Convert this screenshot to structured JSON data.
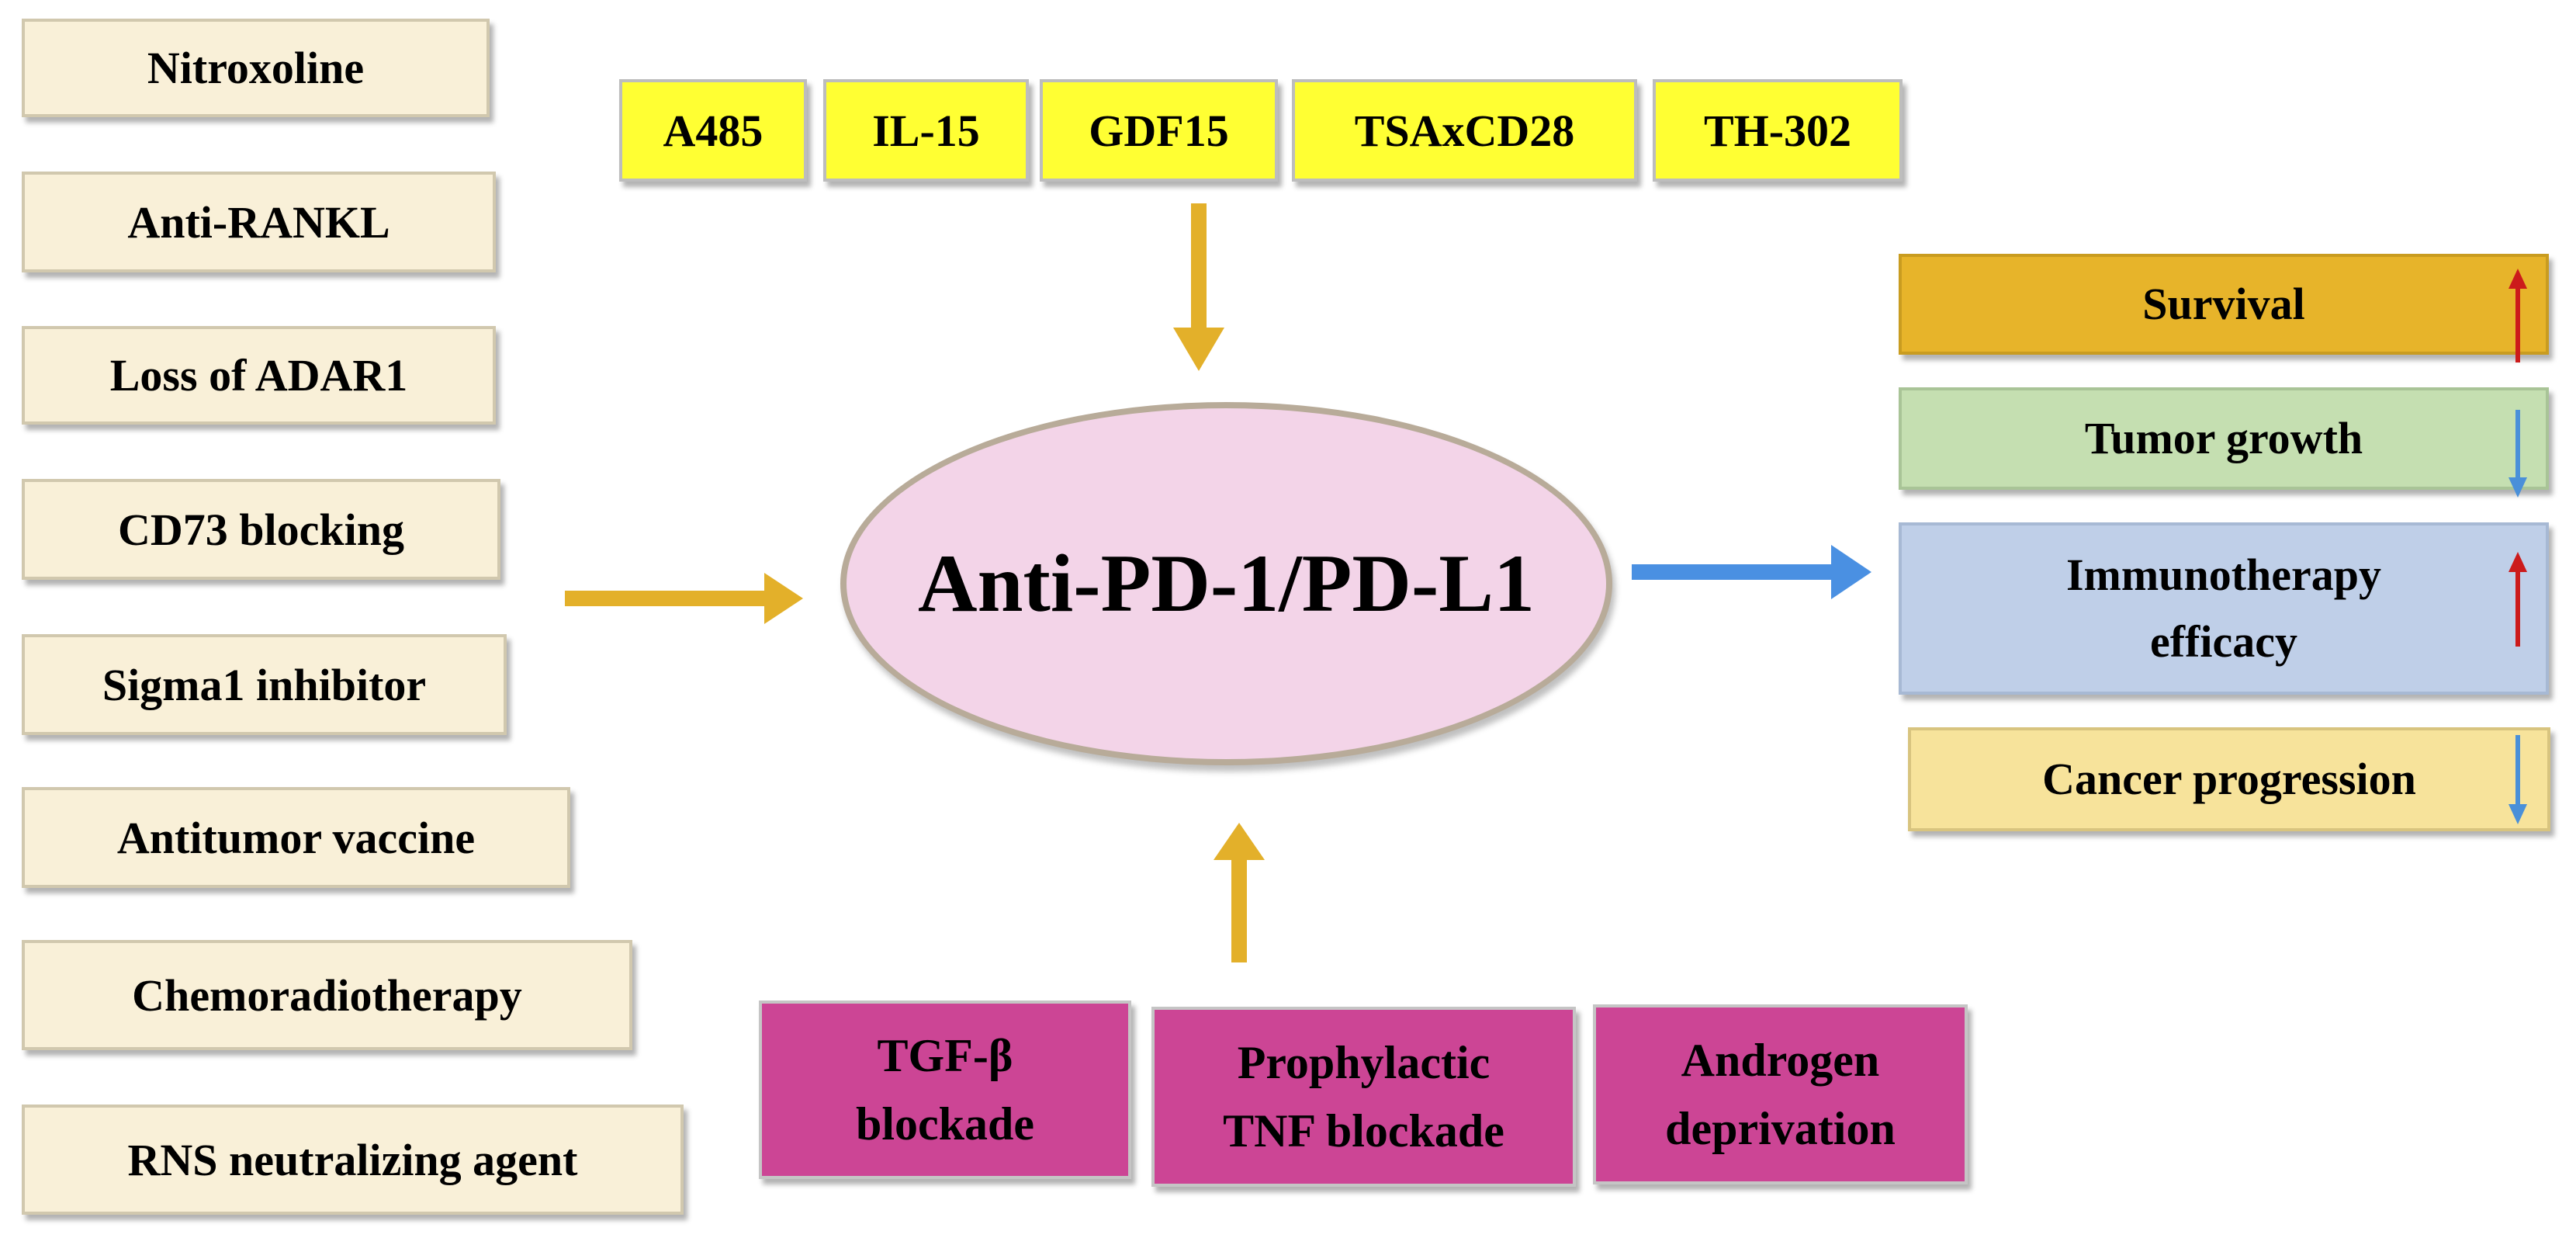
{
  "left_inputs": [
    {
      "id": "nitroxoline",
      "label": "Nitroxoline"
    },
    {
      "id": "anti-rankl",
      "label": "Anti-RANKL"
    },
    {
      "id": "loss-of-adar1",
      "label": "Loss of ADAR1"
    },
    {
      "id": "cd73-blocking",
      "label": "CD73 blocking"
    },
    {
      "id": "sigma1-inhibitor",
      "label": "Sigma1 inhibitor"
    },
    {
      "id": "antitumor-vaccine",
      "label": "Antitumor vaccine"
    },
    {
      "id": "chemoradiotherapy",
      "label": "Chemoradiotherapy"
    },
    {
      "id": "rns-neutralizing-agent",
      "label": "RNS neutralizing agent"
    }
  ],
  "top_inputs": [
    {
      "id": "a485",
      "label": "A485"
    },
    {
      "id": "il-15",
      "label": "IL-15"
    },
    {
      "id": "gdf15",
      "label": "GDF15"
    },
    {
      "id": "tsaxcd28",
      "label": "TSAxCD28"
    },
    {
      "id": "th-302",
      "label": "TH-302"
    }
  ],
  "bottom_inputs": [
    {
      "id": "tgf-beta-blockade",
      "lines": [
        "TGF-β",
        "blockade"
      ]
    },
    {
      "id": "prophylactic-tnf-blockade",
      "lines": [
        "Prophylactic",
        "TNF blockade"
      ]
    },
    {
      "id": "androgen-deprivation",
      "lines": [
        "Androgen",
        "deprivation"
      ]
    }
  ],
  "center": {
    "label": "Anti-PD-1/PD-L1"
  },
  "outcomes": [
    {
      "id": "survival",
      "lines": [
        "Survival"
      ],
      "direction": "up",
      "fill": "#e7b42a",
      "border": "#c99c20",
      "arrow_color": "#cc1b1b"
    },
    {
      "id": "tumor-growth",
      "lines": [
        "Tumor growth"
      ],
      "direction": "down",
      "fill": "#c5dfb1",
      "border": "#a9c497",
      "arrow_color": "#4a90d9"
    },
    {
      "id": "immunotherapy-efficacy",
      "lines": [
        "Immunotherapy",
        "efficacy"
      ],
      "direction": "up",
      "fill": "#bfcfe8",
      "border": "#a7b9d4",
      "arrow_color": "#cc1b1b"
    },
    {
      "id": "cancer-progression",
      "lines": [
        "Cancer progression"
      ],
      "direction": "down",
      "fill": "#f7e39b",
      "border": "#d8c47f",
      "arrow_color": "#4a90d9"
    }
  ],
  "colors": {
    "input_arrow": "#e3b02a",
    "output_arrow": "#4a90e2",
    "left_box_fill": "#f9f0d8",
    "top_box_fill": "#ffff33",
    "bottom_box_fill": "#cc4595",
    "center_fill": "#f3d4e8"
  },
  "icons": {
    "input_arrows": "arrow-icon",
    "output_arrow": "arrow-right-icon",
    "up": "arrow-up-icon",
    "down": "arrow-down-icon"
  }
}
